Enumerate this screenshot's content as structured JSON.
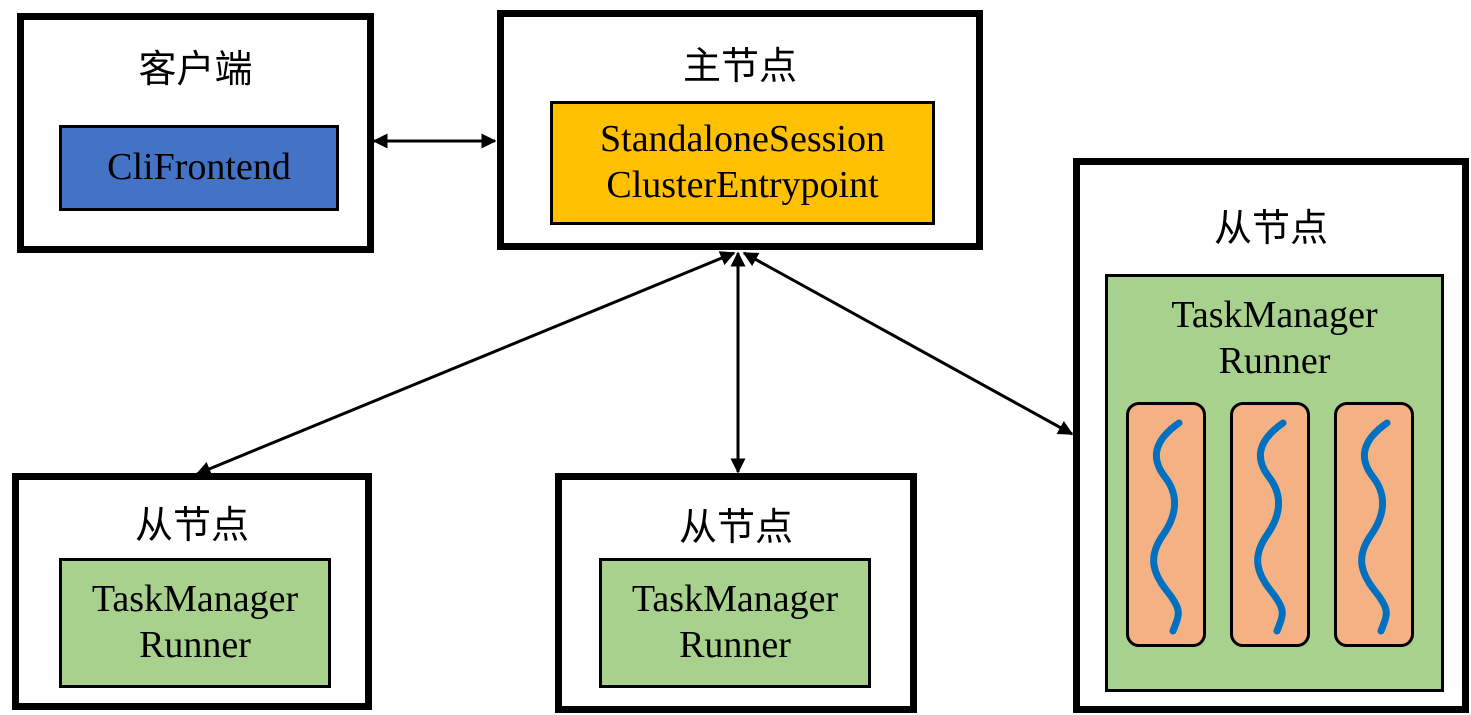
{
  "client": {
    "title": "客户端",
    "process": "CliFrontend"
  },
  "master": {
    "title": "主节点",
    "process_line1": "StandaloneSession",
    "process_line2": "ClusterEntrypoint"
  },
  "workers": [
    {
      "title": "从节点",
      "process_line1": "TaskManager",
      "process_line2": "Runner"
    },
    {
      "title": "从节点",
      "process_line1": "TaskManager",
      "process_line2": "Runner"
    },
    {
      "title": "从节点",
      "process_line1": "TaskManager",
      "process_line2": "Runner",
      "slots": 3
    }
  ],
  "colors": {
    "client_process": "#4472c4",
    "master_process": "#ffc000",
    "taskmanager": "#a9d18e",
    "slot": "#f4b183",
    "thread": "#0070c0"
  }
}
